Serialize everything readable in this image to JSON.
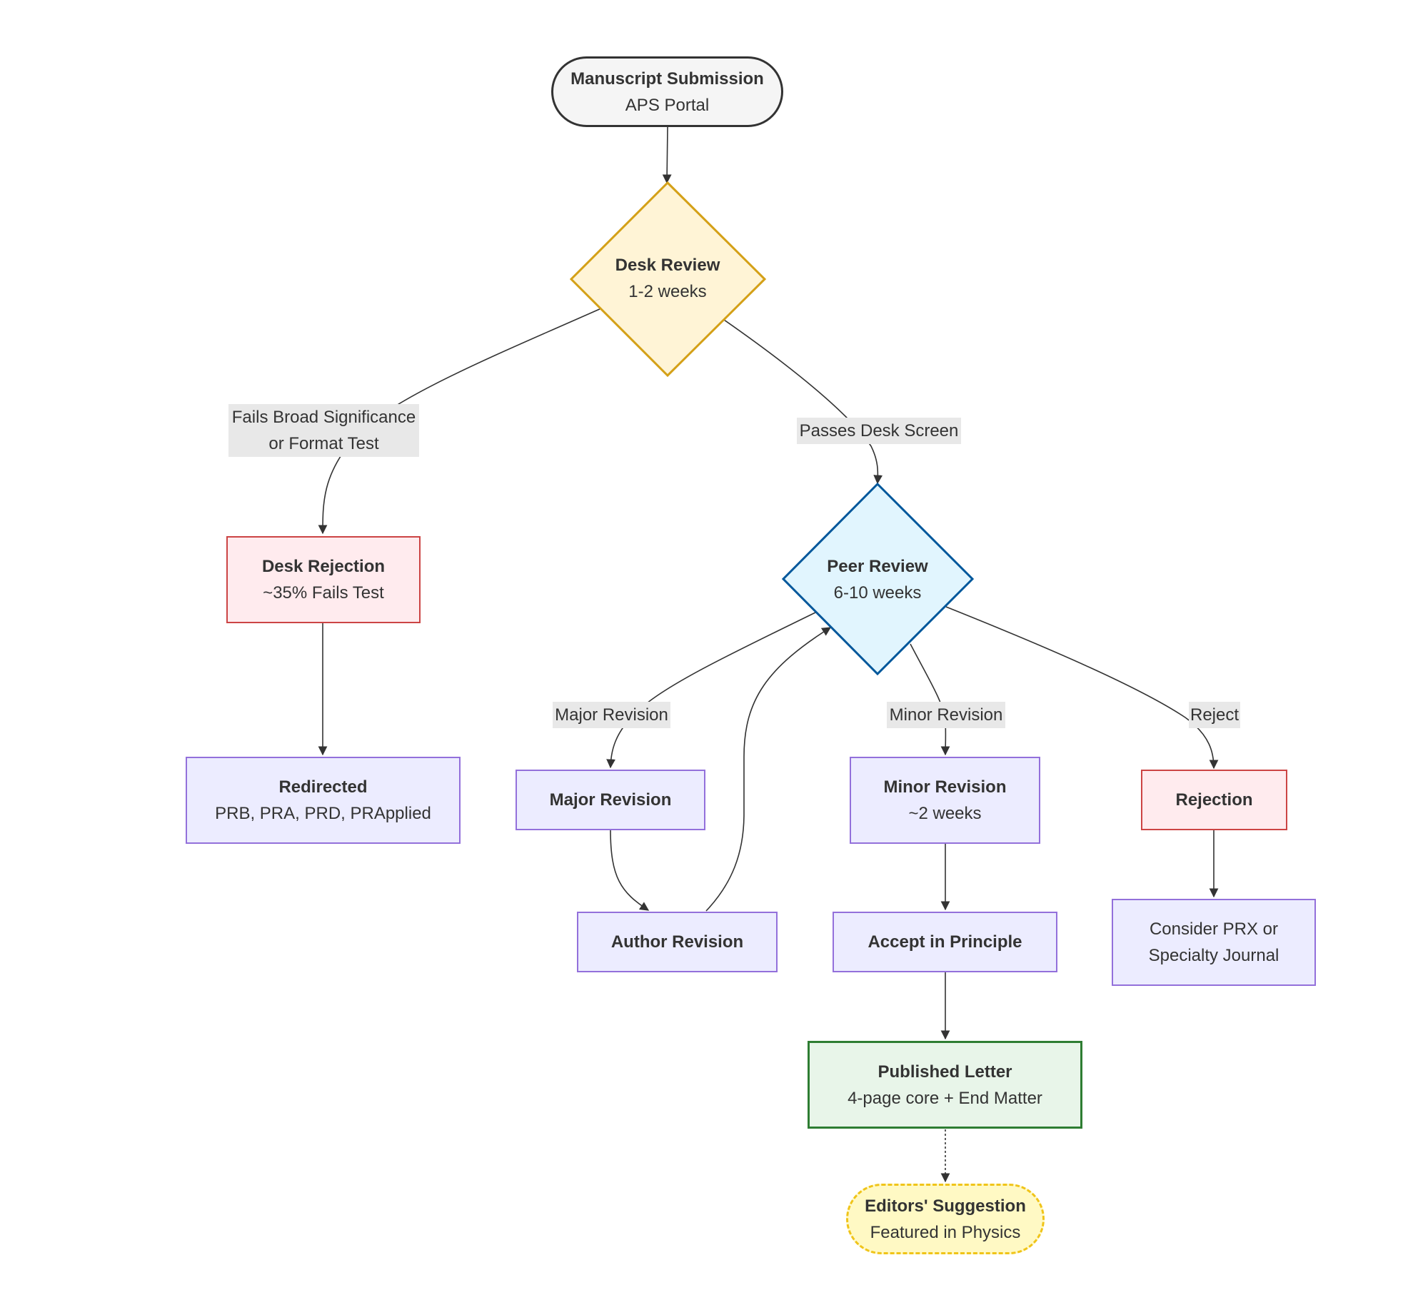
{
  "nodes": {
    "submission": {
      "title": "Manuscript Submission",
      "sub": "APS Portal"
    },
    "desk_review": {
      "title": "Desk Review",
      "sub": "1-2 weeks"
    },
    "desk_rejection": {
      "title": "Desk Rejection",
      "sub": "~35% Fails Test"
    },
    "redirected": {
      "title": "Redirected",
      "sub": "PRB, PRA, PRD, PRApplied"
    },
    "peer_review": {
      "title": "Peer Review",
      "sub": "6-10 weeks"
    },
    "major_revision": {
      "title": "Major Revision"
    },
    "author_revision": {
      "title": "Author Revision"
    },
    "minor_revision": {
      "title": "Minor Revision",
      "sub": "~2 weeks"
    },
    "accept": {
      "title": "Accept in Principle"
    },
    "rejection": {
      "title": "Rejection"
    },
    "consider": {
      "line1": "Consider PRX or",
      "line2": "Specialty Journal"
    },
    "published": {
      "title": "Published Letter",
      "sub": "4-page core + End Matter"
    },
    "editors": {
      "title": "Editors' Suggestion",
      "sub": "Featured in Physics"
    }
  },
  "edge_labels": {
    "fails_1": "Fails Broad Significance",
    "fails_2": "or Format Test",
    "passes": "Passes Desk Screen",
    "major": "Major Revision",
    "minor": "Minor Revision",
    "reject": "Reject"
  },
  "colors": {
    "decision_desk_fill": "#fff4d6",
    "decision_desk_stroke": "#d4a017",
    "decision_peer_fill": "#e1f5fe",
    "decision_peer_stroke": "#01579b",
    "edge": "#333333"
  }
}
